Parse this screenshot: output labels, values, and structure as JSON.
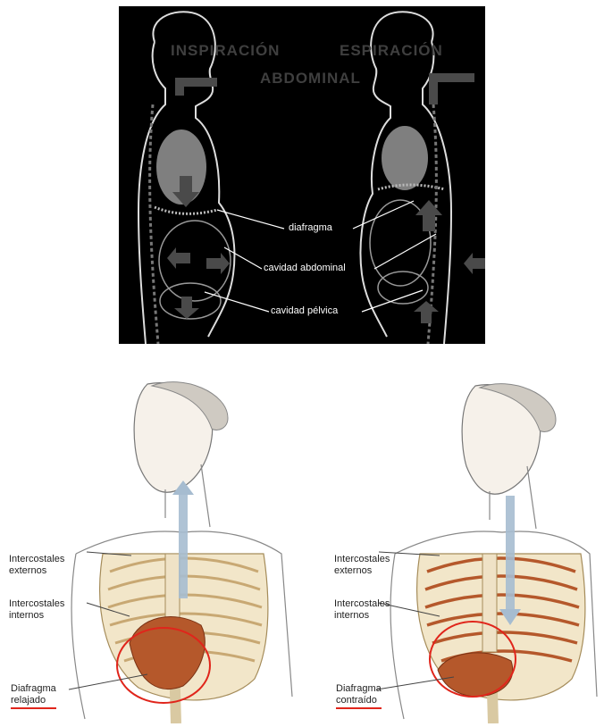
{
  "top": {
    "heading_left": "INSPIRACIÓN",
    "heading_right": "ESPIRACIÓN",
    "heading_center": "ABDOMINAL",
    "labels": {
      "diaphragm": "diafragma",
      "abdominal_cavity": "cavidad abdominal",
      "pelvic_cavity": "cavidad pélvica"
    }
  },
  "left_figure": {
    "external": [
      "Intercostales",
      "externos"
    ],
    "internal": [
      "Intercostales",
      "internos"
    ],
    "diaphragm": [
      "Diafragma",
      "relajado"
    ]
  },
  "right_figure": {
    "external": [
      "Intercostales",
      "externos"
    ],
    "internal": [
      "Intercostales",
      "internos"
    ],
    "diaphragm": [
      "Diafragma",
      "contraído"
    ]
  },
  "colors": {
    "panel_bg": "#000000",
    "organ_gray": "#808080",
    "highlight_circle": "#e0251b",
    "muscle": "#b5582b",
    "bone": "#efe2c6"
  }
}
